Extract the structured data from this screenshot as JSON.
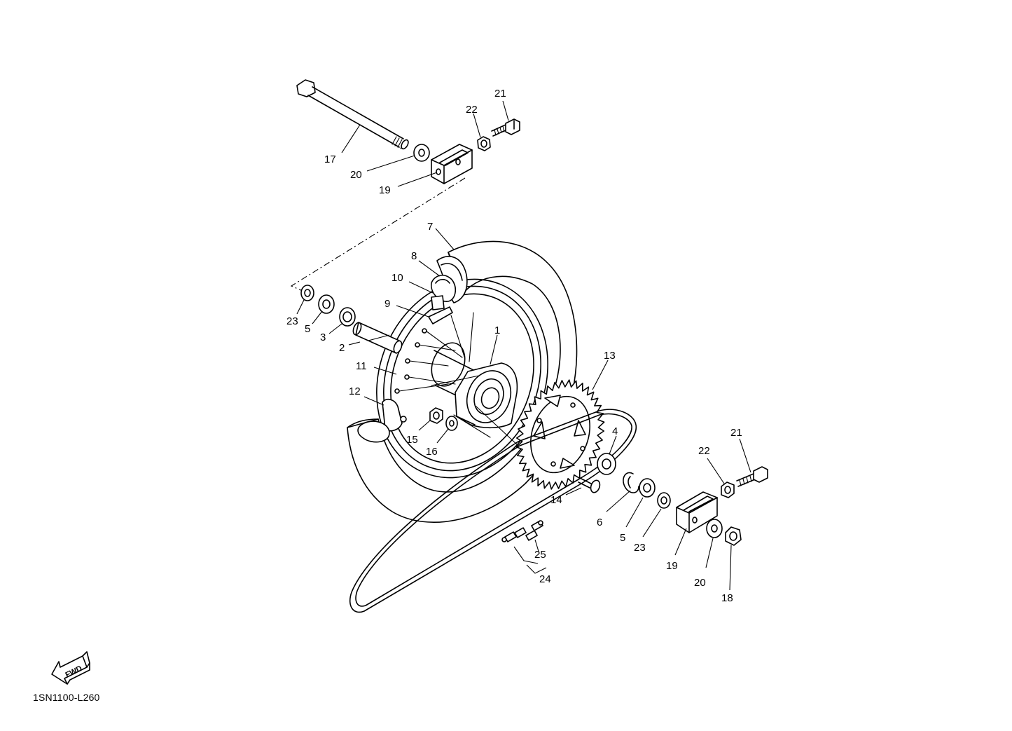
{
  "diagram": {
    "ref_code": "1SN1100-L260",
    "fwd_label": "FWD",
    "callouts": [
      {
        "id": "c1",
        "text": "1"
      },
      {
        "id": "c2",
        "text": "2"
      },
      {
        "id": "c3",
        "text": "3"
      },
      {
        "id": "c4",
        "text": "4"
      },
      {
        "id": "c5a",
        "text": "5"
      },
      {
        "id": "c5b",
        "text": "5"
      },
      {
        "id": "c6",
        "text": "6"
      },
      {
        "id": "c7",
        "text": "7"
      },
      {
        "id": "c8",
        "text": "8"
      },
      {
        "id": "c9",
        "text": "9"
      },
      {
        "id": "c10",
        "text": "10"
      },
      {
        "id": "c11",
        "text": "11"
      },
      {
        "id": "c12",
        "text": "12"
      },
      {
        "id": "c13",
        "text": "13"
      },
      {
        "id": "c14",
        "text": "14"
      },
      {
        "id": "c15",
        "text": "15"
      },
      {
        "id": "c16",
        "text": "16"
      },
      {
        "id": "c17",
        "text": "17"
      },
      {
        "id": "c18",
        "text": "18"
      },
      {
        "id": "c19a",
        "text": "19"
      },
      {
        "id": "c19b",
        "text": "19"
      },
      {
        "id": "c20a",
        "text": "20"
      },
      {
        "id": "c20b",
        "text": "20"
      },
      {
        "id": "c21a",
        "text": "21"
      },
      {
        "id": "c21b",
        "text": "21"
      },
      {
        "id": "c22a",
        "text": "22"
      },
      {
        "id": "c22b",
        "text": "22"
      },
      {
        "id": "c23a",
        "text": "23"
      },
      {
        "id": "c23b",
        "text": "23"
      },
      {
        "id": "c24",
        "text": "24"
      },
      {
        "id": "c25",
        "text": "25"
      }
    ]
  }
}
